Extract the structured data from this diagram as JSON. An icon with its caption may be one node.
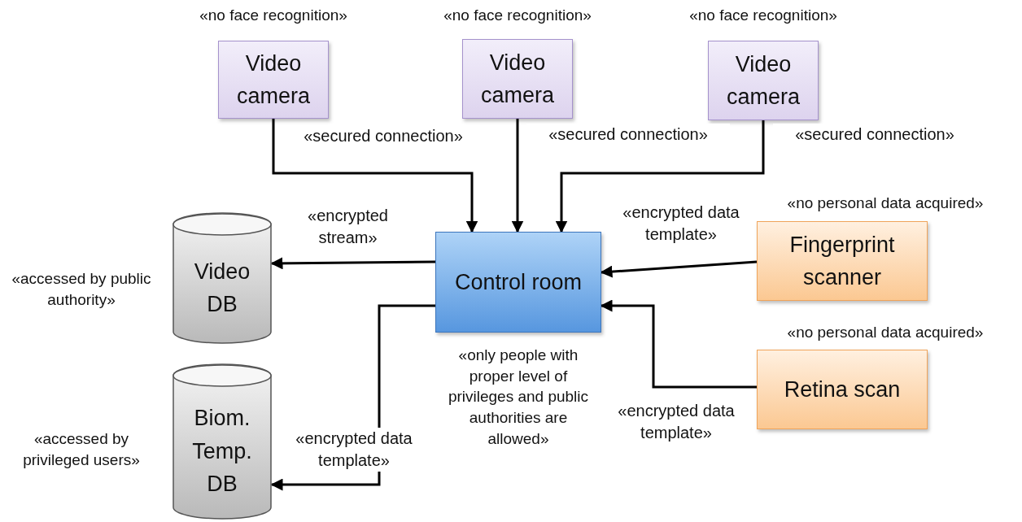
{
  "diagram": {
    "nodes": [
      {
        "text": [
          "Video camera"
        ],
        "beside": [
          "«no face recognition»"
        ]
      },
      {
        "text": [
          "Video camera"
        ],
        "beside": [
          "«no face recognition»"
        ]
      },
      {
        "text": [
          "Video camera"
        ],
        "beside": [
          "«no face recognition»"
        ]
      },
      {
        "text": [
          "Control room"
        ],
        "beside": [
          "«only people with proper level of privileges and public authorities are allowed»"
        ]
      },
      {
        "text": [
          "Video DB"
        ],
        "beside": [
          "«accessed by public authority»"
        ]
      },
      {
        "text": [
          "Biom. Temp. DB"
        ],
        "beside": [
          "«accessed by privileged users»"
        ]
      },
      {
        "text": [
          "Fingerprint scanner"
        ],
        "beside": [
          "«no personal data acquired»"
        ]
      },
      {
        "text": [
          "Retina scan"
        ],
        "beside": [
          "«no personal data acquired»"
        ]
      }
    ],
    "edges": [
      {
        "from": 0,
        "to": 3,
        "arrow": "to",
        "label": "«secured connection»"
      },
      {
        "from": 1,
        "to": 3,
        "arrow": "to",
        "label": "«secured connection»"
      },
      {
        "from": 2,
        "to": 3,
        "arrow": "to",
        "label": "«secured connection»"
      },
      {
        "from": 3,
        "to": 4,
        "arrow": "to",
        "label": "«encrypted stream»"
      },
      {
        "from": 3,
        "to": 5,
        "arrow": "to",
        "label": "«encrypted data template»"
      },
      {
        "from": 6,
        "to": 3,
        "arrow": "to",
        "label": "«encrypted data template»"
      },
      {
        "from": 7,
        "to": 3,
        "arrow": "to",
        "label": "«encrypted data template»"
      }
    ]
  }
}
